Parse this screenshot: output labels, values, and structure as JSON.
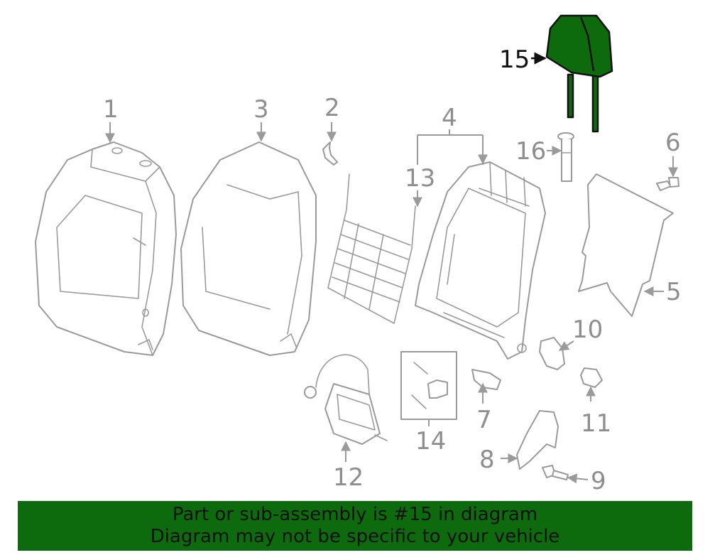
{
  "highlight_color": "#0d6b0d",
  "line_color": "#9a9a9a",
  "callouts": {
    "c1": "1",
    "c2": "2",
    "c3": "3",
    "c4": "4",
    "c5": "5",
    "c6": "6",
    "c7": "7",
    "c8": "8",
    "c9": "9",
    "c10": "10",
    "c11": "11",
    "c12": "12",
    "c13": "13",
    "c14": "14",
    "c15": "15",
    "c16": "16"
  },
  "banner": {
    "line1": "Part or sub-assembly is #15 in diagram",
    "line2": "Diagram may not be specific to your vehicle"
  }
}
